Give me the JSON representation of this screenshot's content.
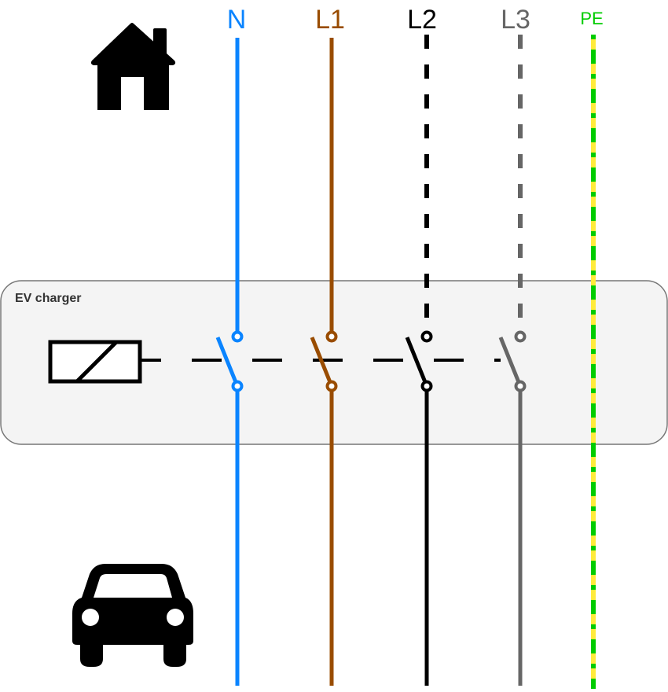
{
  "diagram": {
    "title": "EV charger wiring",
    "enclosure": {
      "label": "EV charger",
      "fill": "#f4f4f4",
      "stroke": "#777777"
    },
    "source_icon": "house-icon",
    "load_icon": "car-icon",
    "relay": {
      "symbol": "relay-coil-icon",
      "control_line": "dashed"
    },
    "conductors": [
      {
        "id": "N",
        "label": "N",
        "color": "#0a84ff",
        "style": "solid",
        "switched": true
      },
      {
        "id": "L1",
        "label": "L1",
        "color": "#994c00",
        "style": "solid",
        "switched": true
      },
      {
        "id": "L2",
        "label": "L2",
        "color": "#000000",
        "style": "dashed-upstream",
        "switched": true
      },
      {
        "id": "L3",
        "label": "L3",
        "color": "#666666",
        "style": "dashed-upstream",
        "switched": true
      },
      {
        "id": "PE",
        "label": "PE",
        "color": "#00cc00",
        "stripe_color": "#ffeb3b",
        "style": "striped",
        "switched": false
      }
    ]
  }
}
